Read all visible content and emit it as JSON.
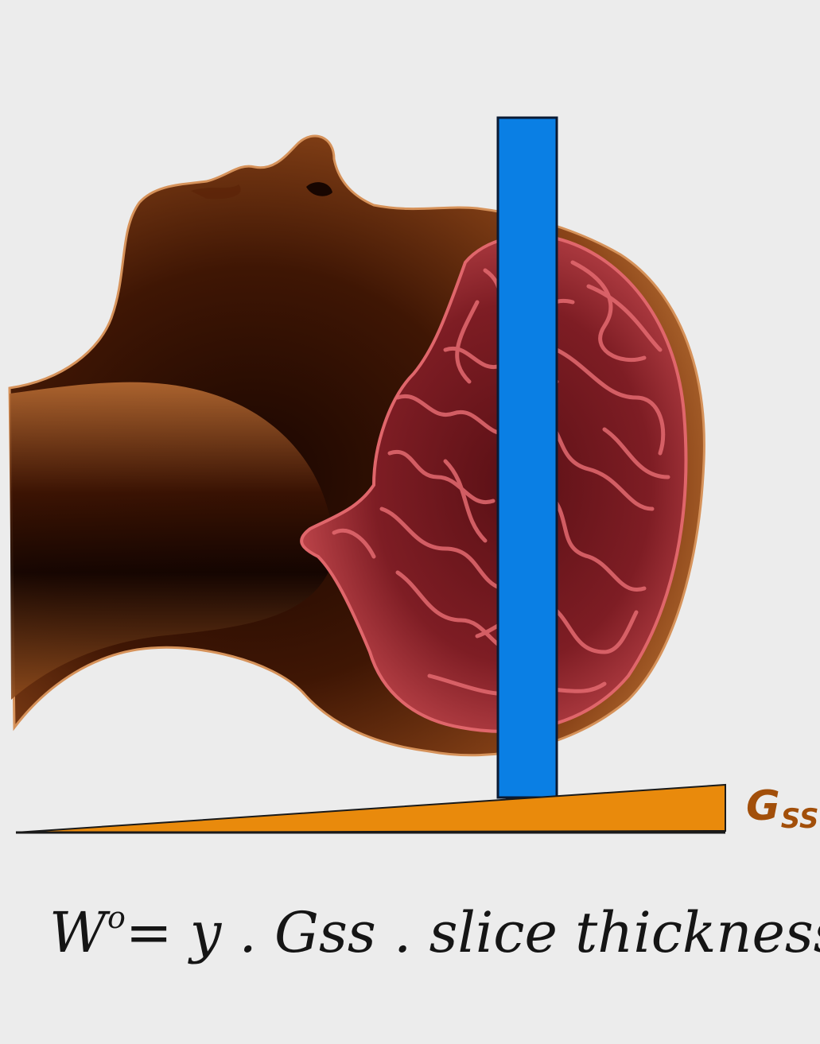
{
  "gradient_label": {
    "main": "G",
    "sub": "SS"
  },
  "equation": {
    "symbol": "W",
    "superscript": "o",
    "body": "= y . Gss . slice thickness"
  },
  "colors": {
    "background": "#ececec",
    "skin_light": "#c57b42",
    "skin_dark": "#2a0e02",
    "brain": "#c4454a",
    "slice": "#0a7fe4",
    "gradient_wedge": "#e98a0c",
    "label_brown": "#a24f0a"
  }
}
